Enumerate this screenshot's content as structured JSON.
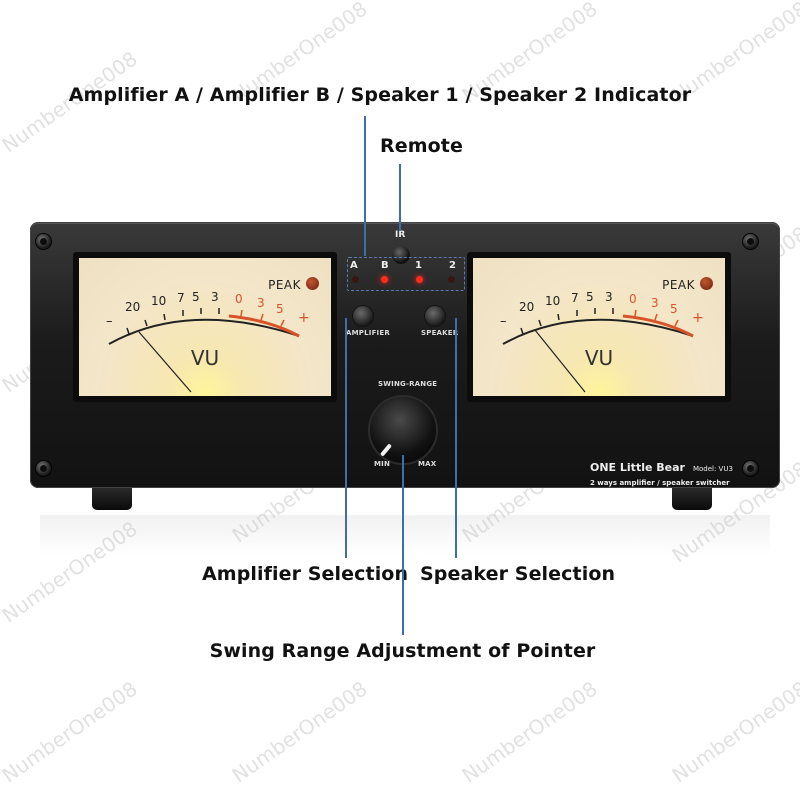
{
  "callouts": {
    "indicator": "Amplifier A / Amplifier B / Speaker 1 / Speaker 2 Indicator",
    "remote": "Remote",
    "amplifier_selection": "Amplifier Selection",
    "speaker_selection": "Speaker Selection",
    "swing_range": "Swing Range Adjustment of Pointer"
  },
  "watermark": "NumberOne008",
  "meters": [
    {
      "scale_left": [
        "–",
        "20",
        "10",
        "7",
        "5",
        "3"
      ],
      "scale_right": [
        "0",
        "3",
        "5",
        "+"
      ],
      "peak": "PEAK",
      "unit": "VU"
    },
    {
      "scale_left": [
        "–",
        "20",
        "10",
        "7",
        "5",
        "3"
      ],
      "scale_right": [
        "0",
        "3",
        "5",
        "+"
      ],
      "peak": "PEAK",
      "unit": "VU"
    }
  ],
  "panel": {
    "ir": "IR",
    "indicators": [
      "A",
      "B",
      "1",
      "2"
    ],
    "amplifier_button": "AMPLIFIER",
    "speaker_button": "SPEAKER",
    "swing_range": "SWING-RANGE",
    "knob_min": "MIN",
    "knob_max": "MAX"
  },
  "brand": {
    "name": "ONE Little Bear",
    "model": "Model: VU3",
    "tagline": "2 ways amplifier / speaker switcher"
  },
  "colors": {
    "callout_line": "#3f6fa8",
    "led_on": "#ff2a1a",
    "led_off": "#3a1510",
    "meter_red": "#d8532a"
  }
}
